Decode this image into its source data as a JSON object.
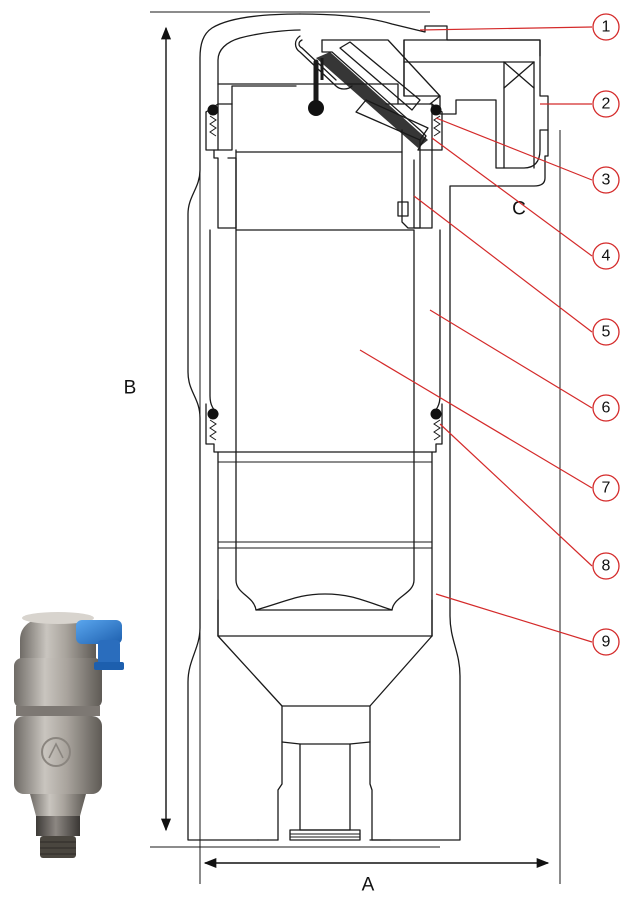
{
  "dimensions": {
    "a": "A",
    "b": "B",
    "c": "C"
  },
  "callouts": [
    "1",
    "2",
    "3",
    "4",
    "5",
    "6",
    "7",
    "8",
    "9"
  ],
  "colors": {
    "leader": "#d42a2a",
    "outline": "#1a1a1a",
    "float_body": "#1a1a1a",
    "product_body": "#9a9690",
    "product_outlet": "#2d78c8"
  },
  "product_photo": {
    "icon": "air-vent-product-photo"
  }
}
